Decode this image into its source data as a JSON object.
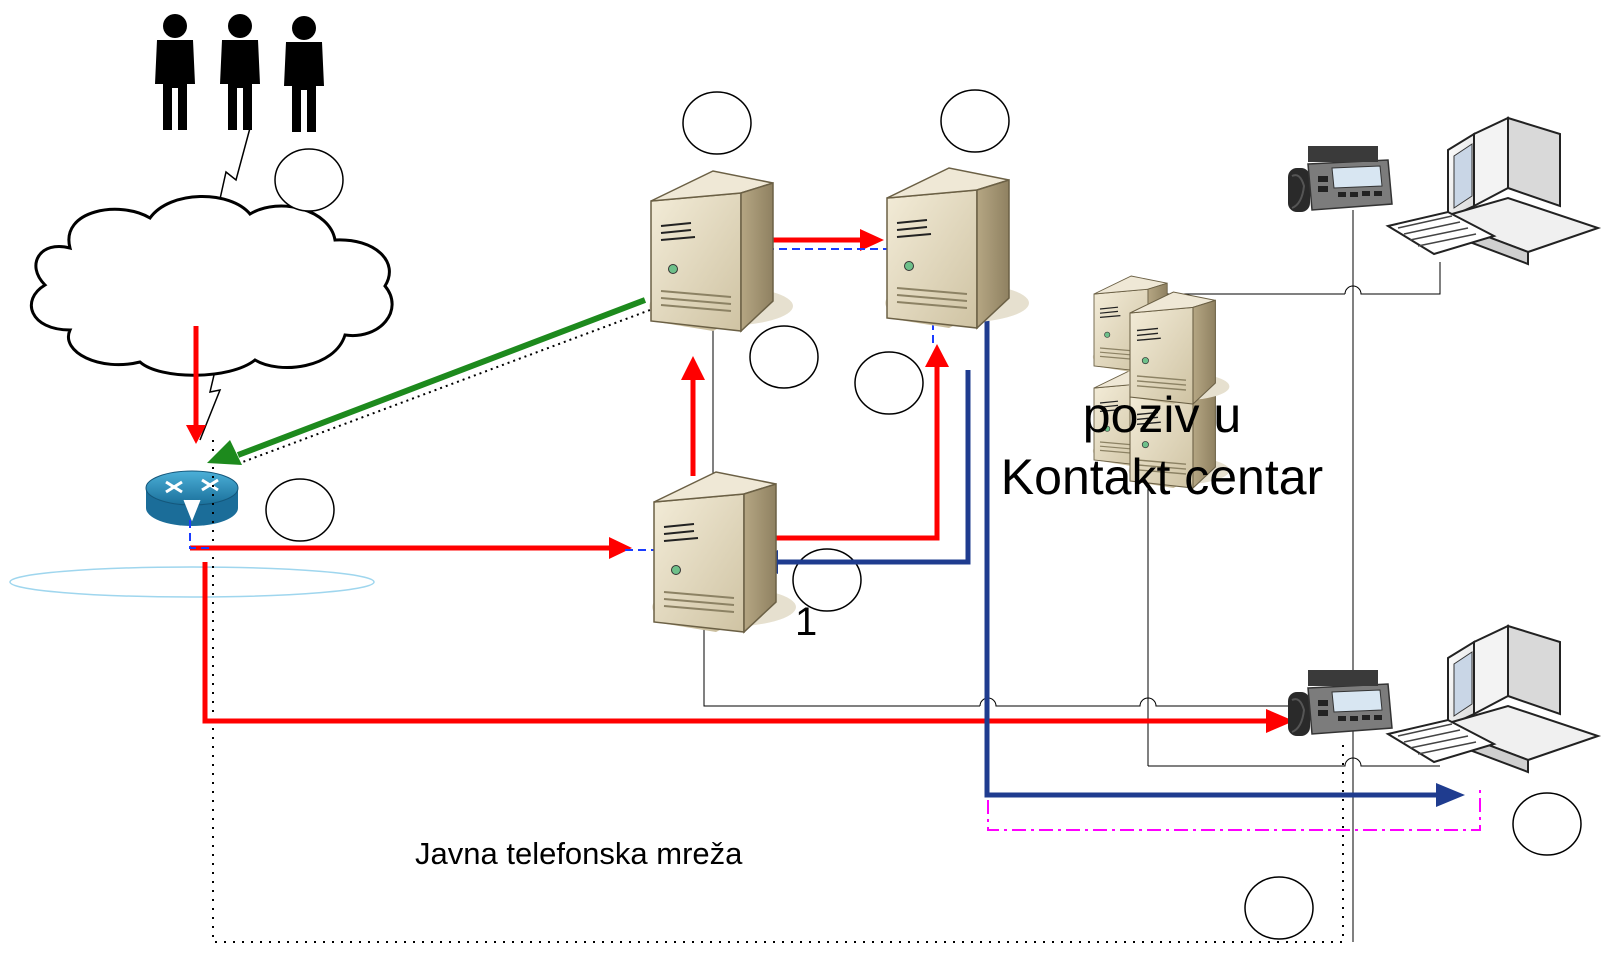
{
  "labels": {
    "public_network": "Javna telefonska mreža",
    "node_number": "1",
    "contact_center_line1": "poziv u",
    "contact_center_line2": "Kontakt centar"
  },
  "colors": {
    "red_flow": "#ff0000",
    "blue_flow": "#1f3c8f",
    "green_flow": "#1d8a1d",
    "dashed_blue": "#1a3cff",
    "magenta_dashdot": "#ff00ff",
    "thin_line": "#000000"
  },
  "icons": [
    "users-icon",
    "internet-cloud-icon",
    "router-icon",
    "server-icon",
    "server-cluster-icon",
    "ip-phone-icon",
    "workstation-icon"
  ]
}
